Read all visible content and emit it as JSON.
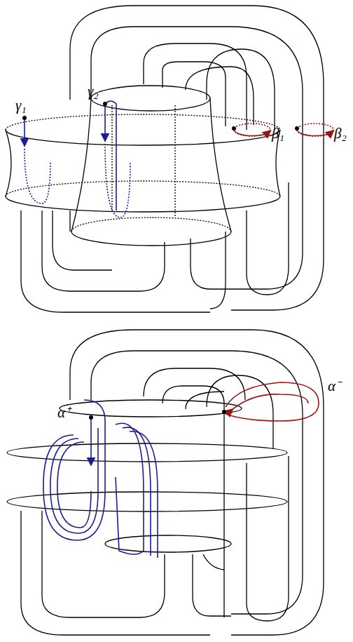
{
  "diagram": {
    "labels": [
      "γ₁",
      "γ₂",
      "β₁",
      "β₂",
      "α⁺",
      "α⁻"
    ]
  }
}
